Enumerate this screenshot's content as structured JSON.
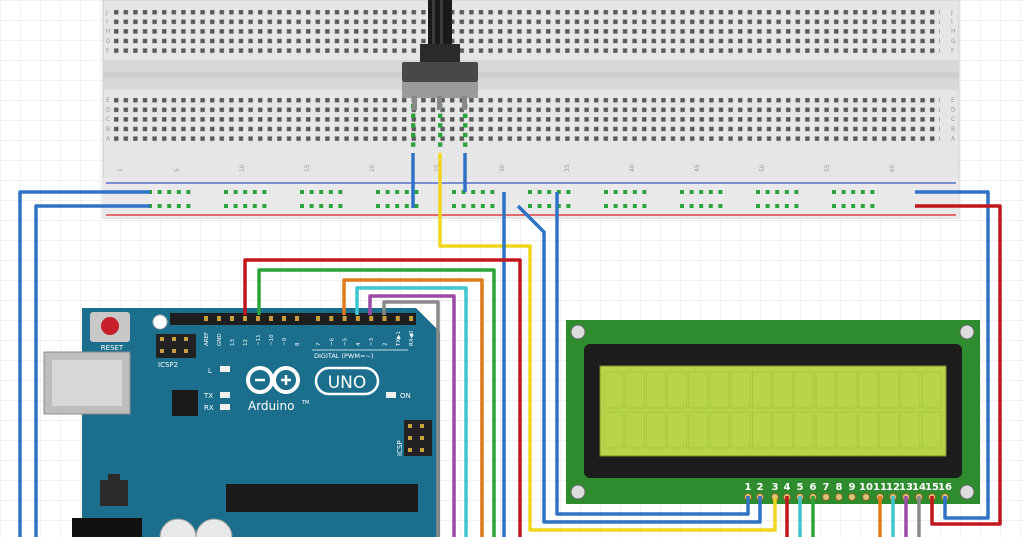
{
  "breadboard": {
    "row_letters_top": [
      "J",
      "I",
      "H",
      "G",
      "F"
    ],
    "row_letters_bottom": [
      "E",
      "D",
      "C",
      "B",
      "A"
    ],
    "column_numbers": [
      "1",
      "5",
      "10",
      "15",
      "20",
      "25",
      "30",
      "35",
      "40",
      "45",
      "50",
      "55",
      "60"
    ]
  },
  "arduino": {
    "reset_label": "RESET",
    "icsp2_label": "ICSP2",
    "icsp_label": "ICSP",
    "logo_text": "Arduino",
    "trademark": "TM",
    "uno_text": "UNO",
    "digital_label": "DIGITAL (PWM=~)",
    "l_label": "L",
    "tx_label": "TX",
    "rx_label": "RX",
    "on_label": "ON",
    "pin_labels": [
      "AREF",
      "GND",
      "13",
      "12",
      "~11",
      "~10",
      "~9",
      "8",
      "7",
      "~6",
      "~5",
      "4",
      "~3",
      "2",
      "TX▶1",
      "RX◀0"
    ]
  },
  "lcd": {
    "pin_numbers": [
      "1",
      "2",
      "3",
      "4",
      "5",
      "6",
      "7",
      "8",
      "9",
      "10",
      "11",
      "12",
      "13",
      "14",
      "15",
      "16"
    ]
  },
  "colors": {
    "wire_blue": "#2f73c7",
    "wire_red": "#c0161c",
    "wire_green": "#2aa43a",
    "wire_yellow": "#f1d61e",
    "wire_orange": "#e07a1c",
    "wire_cyan": "#3fc6cf",
    "wire_purple": "#9b4aa8",
    "wire_gray": "#8a8a8a",
    "board_teal": "#1b6e8c",
    "pcb_green": "#2e8b2e",
    "lcd_screen": "#b8d54a"
  }
}
